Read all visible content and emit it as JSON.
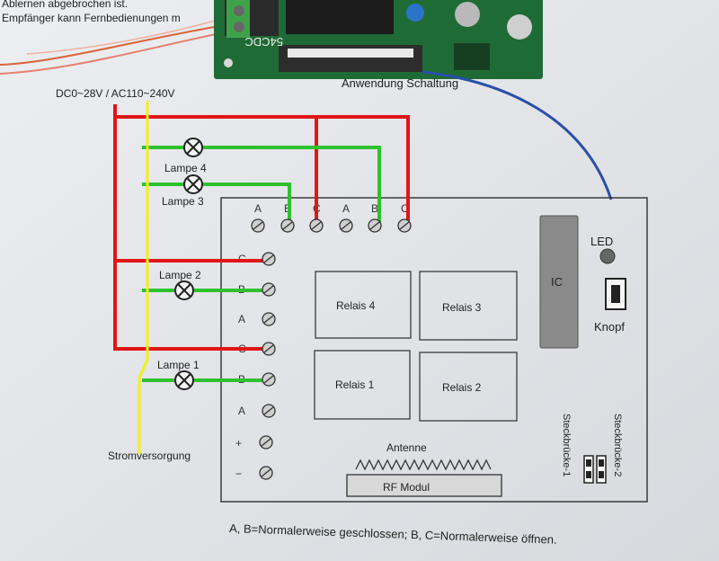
{
  "header_text": {
    "line1": "Ablernen abgebrochen ist.",
    "line2": "Empfänger kann Fernbedienungen m",
    "pcb_label": "54CDC",
    "pcb_caption": "Anwendung Schaltung"
  },
  "power_label": "DC0~28V / AC110~240V",
  "lamps": [
    {
      "label": "Lampe 4"
    },
    {
      "label": "Lampe 3"
    },
    {
      "label": "Lampe 2"
    },
    {
      "label": "Lampe 1"
    }
  ],
  "top_terminals": [
    "A",
    "B",
    "C",
    "A",
    "B",
    "C"
  ],
  "side_terminals": [
    "C",
    "B",
    "A",
    "C",
    "B",
    "A",
    "+",
    "−"
  ],
  "relays": [
    {
      "label": "Relais 4"
    },
    {
      "label": "Relais 3"
    },
    {
      "label": "Relais 1"
    },
    {
      "label": "Relais 2"
    }
  ],
  "ic_label": "IC",
  "led_label": "LED",
  "button_label": "Knopf",
  "antenna_label": "Antenne",
  "rf_label": "RF Modul",
  "supply_label": "Stromversorgung",
  "jumper1_label": "Steckbrücke-1",
  "jumper2_label": "Steckbrücke-2",
  "footer_note": "A, B=Normalerweise geschlossen; B, C=Normalerweise öffnen.",
  "colors": {
    "red_wire": "#e01616",
    "green_wire": "#2ec12e",
    "yellow_wire": "#f2ef1c",
    "blue_wire": "#2a4fa8",
    "pcb": "#1f6b35"
  }
}
